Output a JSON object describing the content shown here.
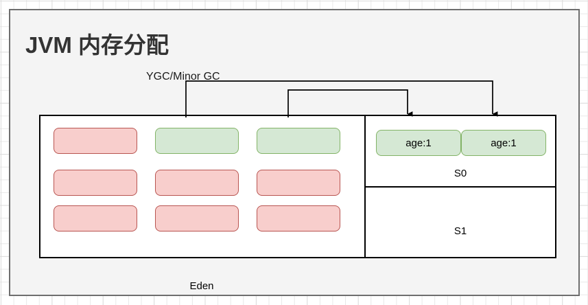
{
  "page": {
    "title": "JVM 内存分配",
    "background_color": "#f4f4f4",
    "border_color": "#6e6e6e"
  },
  "annotations": {
    "gc_label": "YGC/Minor GC"
  },
  "heap": {
    "eden": {
      "label": "Eden",
      "object_rows": [
        [
          {
            "name": "eden-object-1",
            "state": "garbage",
            "color": "#f8cecc",
            "border": "#b85450"
          },
          {
            "name": "eden-object-2",
            "state": "live",
            "color": "#d5e8d4",
            "border": "#82b366"
          },
          {
            "name": "eden-object-3",
            "state": "live",
            "color": "#d5e8d4",
            "border": "#82b366"
          }
        ],
        [
          {
            "name": "eden-object-4",
            "state": "garbage",
            "color": "#f8cecc",
            "border": "#b85450"
          },
          {
            "name": "eden-object-5",
            "state": "garbage",
            "color": "#f8cecc",
            "border": "#b85450"
          },
          {
            "name": "eden-object-6",
            "state": "garbage",
            "color": "#f8cecc",
            "border": "#b85450"
          }
        ],
        [
          {
            "name": "eden-object-7",
            "state": "garbage",
            "color": "#f8cecc",
            "border": "#b85450"
          },
          {
            "name": "eden-object-8",
            "state": "garbage",
            "color": "#f8cecc",
            "border": "#b85450"
          },
          {
            "name": "eden-object-9",
            "state": "garbage",
            "color": "#f8cecc",
            "border": "#b85450"
          }
        ]
      ]
    },
    "survivor_0": {
      "label": "S0",
      "objects": [
        {
          "name": "survivor-object-1",
          "text": "age:1"
        },
        {
          "name": "survivor-object-2",
          "text": "age:1"
        }
      ]
    },
    "survivor_1": {
      "label": "S1",
      "objects": []
    }
  },
  "colors": {
    "live_fill": "#d5e8d4",
    "live_stroke": "#82b366",
    "garbage_fill": "#f8cecc",
    "garbage_stroke": "#b85450",
    "edge": "#000000",
    "title_text": "#333333"
  }
}
